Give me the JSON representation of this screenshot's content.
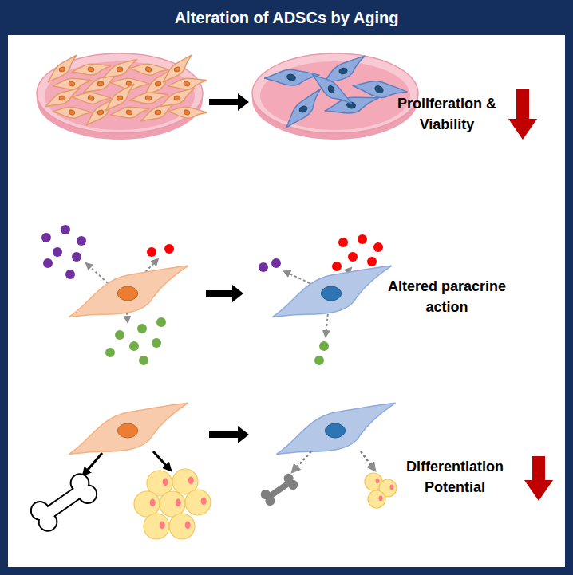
{
  "diagram": {
    "title": "Alteration of ADSCs by Aging",
    "labels": [
      "Proliferation & Viability",
      "Altered paracrine action",
      "Differentiation Potential"
    ]
  }
}
